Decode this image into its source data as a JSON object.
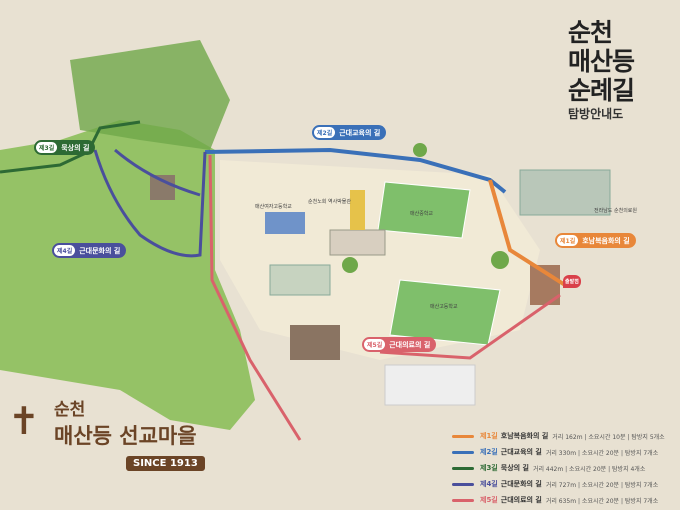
{
  "title": {
    "line1": "순천",
    "line2": "매산등",
    "line3": "순례길",
    "subtitle": "탐방안내도"
  },
  "logo": {
    "line1": "순천",
    "line2": "매산등 선교마을",
    "since": "SINCE 1913"
  },
  "routes": [
    {
      "no": "제1길",
      "name": "호남복음화의 길",
      "info": "거리 162m | 소요시간 10분 | 탐방지 5개소",
      "color": "#e8873a"
    },
    {
      "no": "제2길",
      "name": "근대교육의 길",
      "info": "거리 330m | 소요시간 20분 | 탐방지 7개소",
      "color": "#3a70b8"
    },
    {
      "no": "제3길",
      "name": "묵상의 길",
      "info": "거리 442m | 소요시간 20분 | 탐방지 4개소",
      "color": "#2d6a34"
    },
    {
      "no": "제4길",
      "name": "근대문화의 길",
      "info": "거리 727m | 소요시간 20분 | 탐방지 7개소",
      "color": "#4a4f9c"
    },
    {
      "no": "제5길",
      "name": "근대의료의 길",
      "info": "거리 635m | 소요시간 20분 | 탐방지 7개소",
      "color": "#d9626b"
    }
  ],
  "places": {
    "hospital": "전라남도 순천의료원",
    "middle_school": "매산중학교",
    "high_school": "매산고등학교",
    "girls_high": "매산여자고등학교",
    "children": "순천노회 역사박물관",
    "start": "출발점"
  }
}
